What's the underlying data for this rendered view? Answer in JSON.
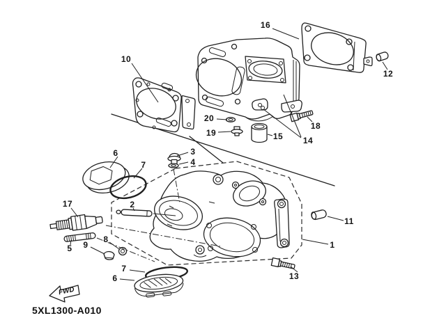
{
  "diagram": {
    "part_code": "5XL1300-A010",
    "fwd_label": "FWD",
    "line_color": "#1f1f1f",
    "background_color": "#ffffff"
  },
  "labels": [
    {
      "id": "part-1",
      "text": "1"
    },
    {
      "id": "part-2",
      "text": "2"
    },
    {
      "id": "part-3",
      "text": "3"
    },
    {
      "id": "part-4",
      "text": "4"
    },
    {
      "id": "part-5",
      "text": "5"
    },
    {
      "id": "part-6-upper",
      "text": "6"
    },
    {
      "id": "part-6-lower",
      "text": "6"
    },
    {
      "id": "part-7-upper",
      "text": "7"
    },
    {
      "id": "part-7-lower",
      "text": "7"
    },
    {
      "id": "part-8",
      "text": "8"
    },
    {
      "id": "part-9",
      "text": "9"
    },
    {
      "id": "part-10",
      "text": "10"
    },
    {
      "id": "part-11",
      "text": "11"
    },
    {
      "id": "part-12",
      "text": "12"
    },
    {
      "id": "part-13",
      "text": "13"
    },
    {
      "id": "part-14",
      "text": "14"
    },
    {
      "id": "part-15",
      "text": "15"
    },
    {
      "id": "part-16",
      "text": "16"
    },
    {
      "id": "part-17",
      "text": "17"
    },
    {
      "id": "part-18",
      "text": "18"
    },
    {
      "id": "part-19",
      "text": "19"
    },
    {
      "id": "part-20",
      "text": "20"
    }
  ]
}
